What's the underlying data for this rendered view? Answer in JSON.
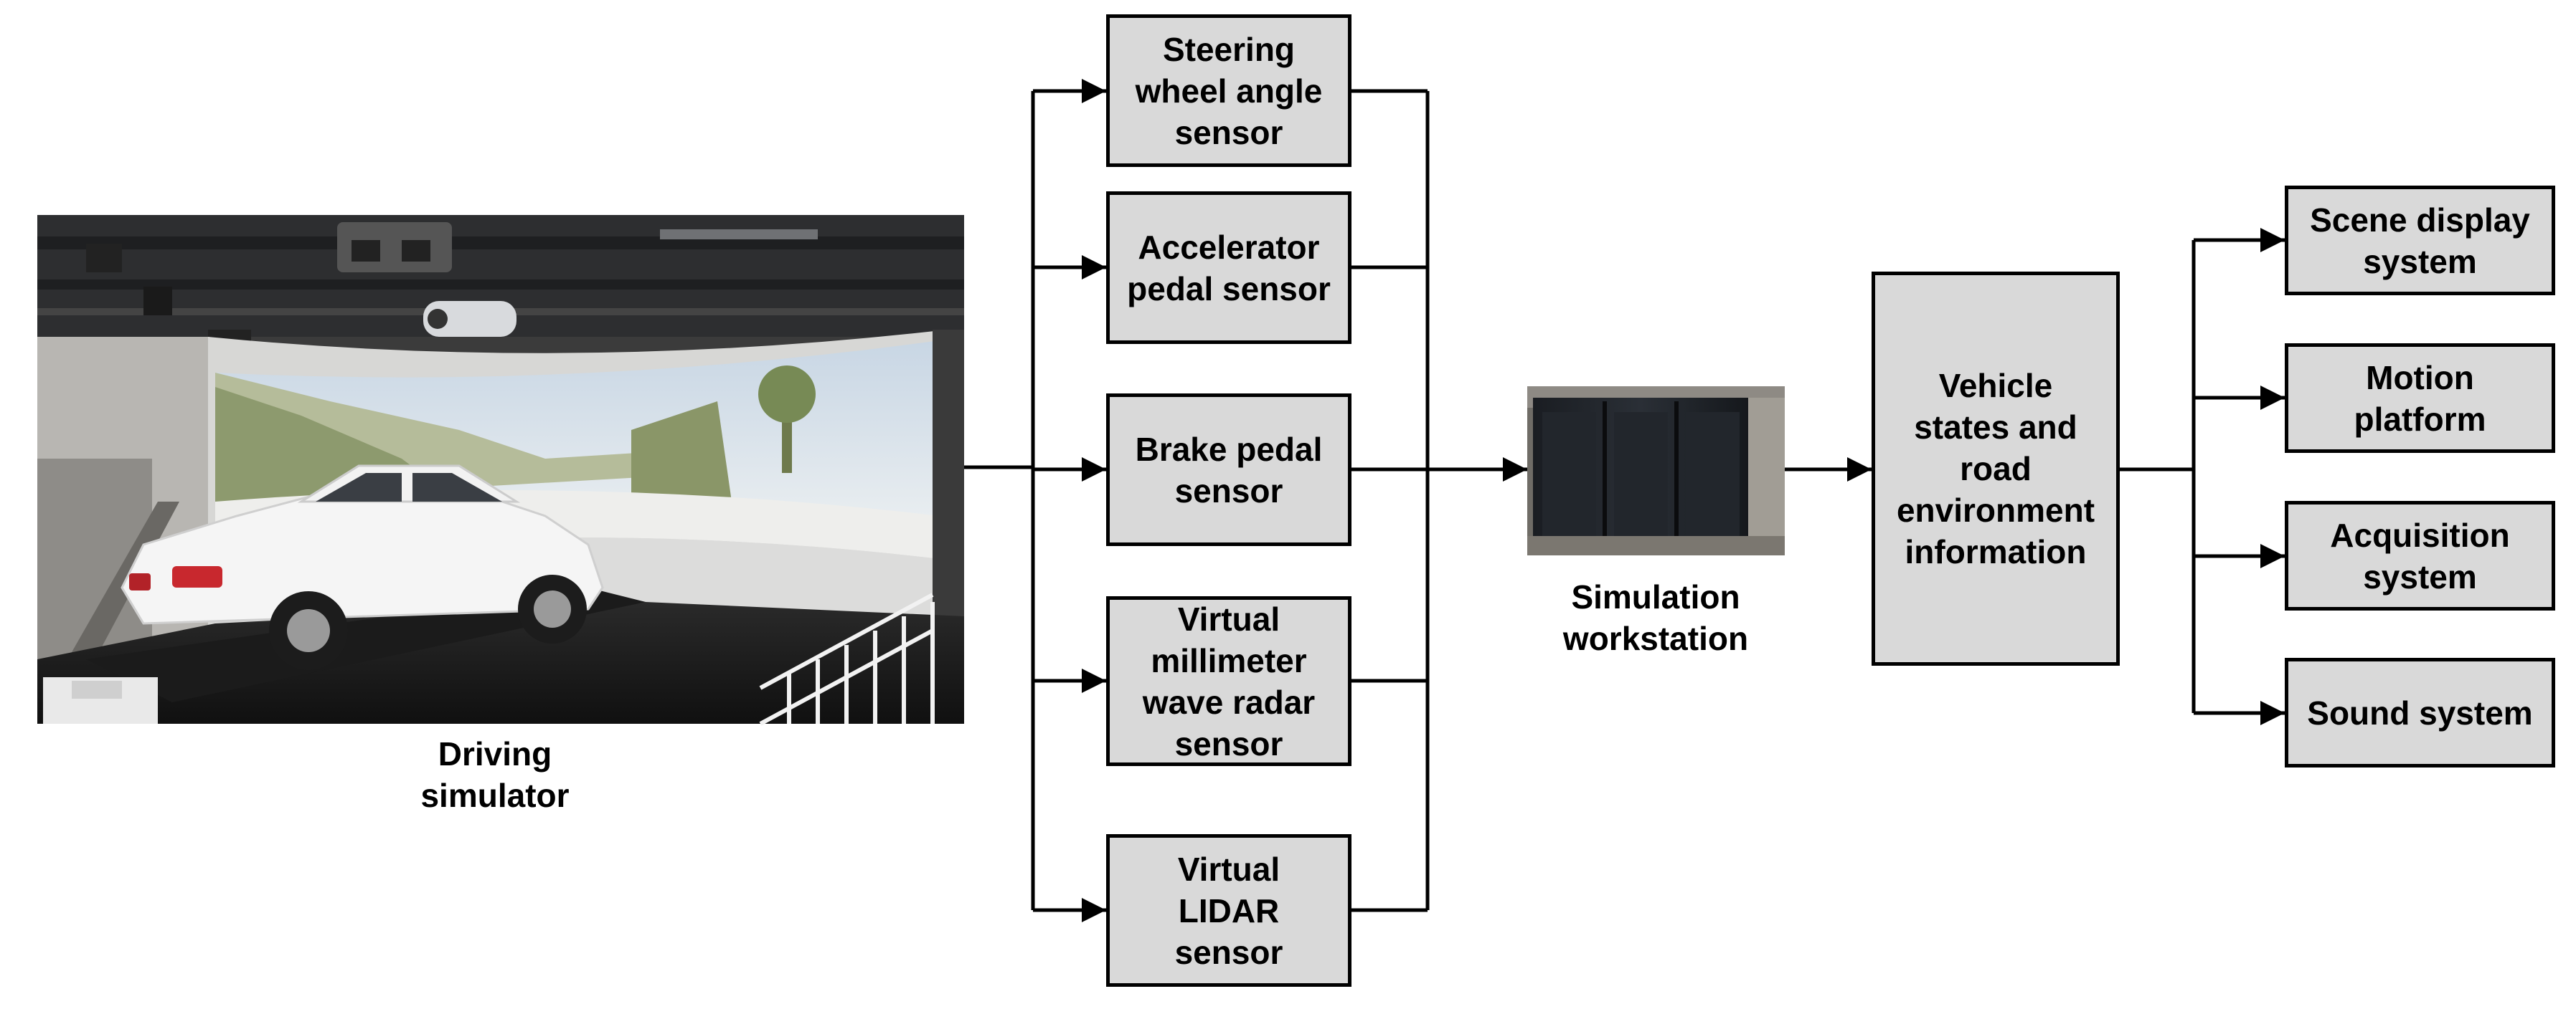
{
  "images": {
    "driving_simulator": {
      "label": "Driving\nsimulator"
    },
    "simulation_workstation": {
      "label": "Simulation\nworkstation"
    }
  },
  "sensors": [
    {
      "label": "Steering\nwheel angle\nsensor"
    },
    {
      "label": "Accelerator\npedal sensor"
    },
    {
      "label": "Brake pedal\nsensor"
    },
    {
      "label": "Virtual\nmillimeter\nwave radar\nsensor"
    },
    {
      "label": "Virtual\nLIDAR\nsensor"
    }
  ],
  "center_box": {
    "label": "Vehicle\nstates and\nroad\nenvironment\ninformation"
  },
  "outputs": [
    {
      "label": "Scene display\nsystem"
    },
    {
      "label": "Motion\nplatform"
    },
    {
      "label": "Acquisition\nsystem"
    },
    {
      "label": "Sound system"
    }
  ],
  "colors": {
    "box_fill": "#d9d9d9",
    "line": "#000000"
  }
}
